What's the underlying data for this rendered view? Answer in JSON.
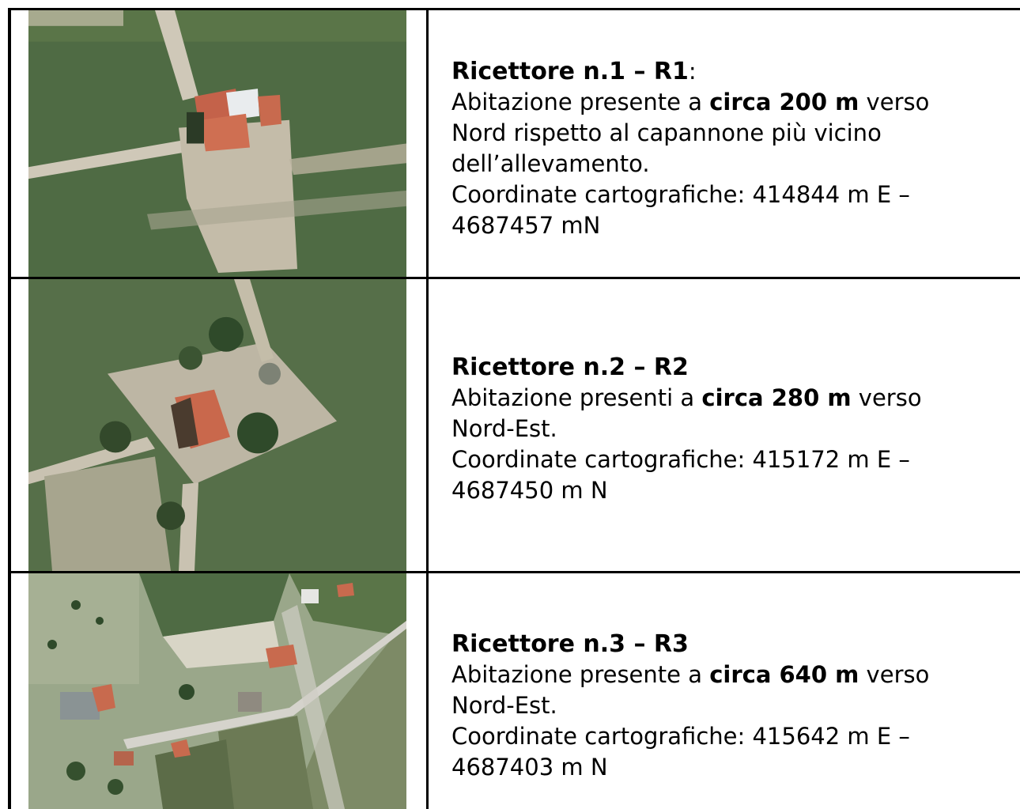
{
  "receptors": [
    {
      "title": "Ricettore n.1 – R1",
      "title_suffix": ":",
      "desc_pre": "Abitazione presente a ",
      "distance": "circa 200 m",
      "desc_post": " verso",
      "desc_line2": "Nord rispetto al capannone più vicino",
      "desc_line3": "dell’allevamento.",
      "coords_line1": "Coordinate cartografiche: 414844 m E –",
      "coords_line2": "4687457 mN"
    },
    {
      "title": "Ricettore n.2 – R2",
      "title_suffix": "",
      "desc_pre": "Abitazione presenti a ",
      "distance": "circa 280 m",
      "desc_post": " verso",
      "desc_line2": "Nord-Est.",
      "desc_line3": "",
      "coords_line1": "Coordinate cartografiche: 415172 m E –",
      "coords_line2": "4687450 m N"
    },
    {
      "title": "Ricettore n.3 – R3",
      "title_suffix": "",
      "desc_pre": "Abitazione presente a ",
      "distance": "circa 640 m",
      "desc_post": " verso",
      "desc_line2": "Nord-Est.",
      "desc_line3": "",
      "coords_line1": "Coordinate cartografiche: 415642 m E –",
      "coords_line2": "4687403 m N"
    }
  ],
  "colors": {
    "vegetation": "#4f6b44",
    "soil": "#c9c2b3",
    "roof": "#c86a4e",
    "border": "#000000"
  }
}
